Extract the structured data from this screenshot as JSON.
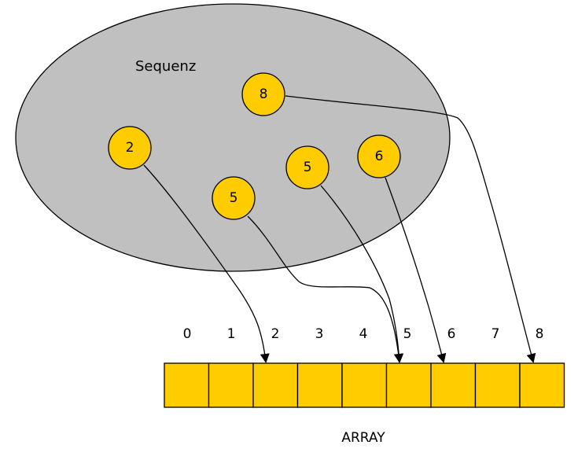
{
  "set_label": "Sequenz",
  "array_label": "ARRAY",
  "colors": {
    "set_fill": "#c0c0c0",
    "node_fill": "#ffcc00",
    "cell_fill": "#ffcc00",
    "stroke": "#000000"
  },
  "nodes": [
    {
      "value": "8",
      "target_index": 8
    },
    {
      "value": "2",
      "target_index": 2
    },
    {
      "value": "5",
      "target_index": 5
    },
    {
      "value": "6",
      "target_index": 6
    },
    {
      "value": "5",
      "target_index": 5
    }
  ],
  "indices": [
    "0",
    "1",
    "2",
    "3",
    "4",
    "5",
    "6",
    "7",
    "8"
  ]
}
